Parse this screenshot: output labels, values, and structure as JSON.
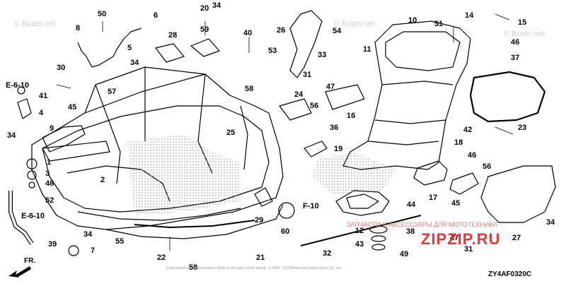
{
  "diagram": {
    "code": "ZY4AF0320C",
    "front_label": "FR.",
    "references": [
      "E-6-10",
      "E-6-10",
      "F-10"
    ],
    "watermarks": [
      "© Boats.net",
      "© Boats.net",
      "© Boats.net"
    ],
    "fine_print": "Parts shown are representative. Refer to the parts list for details. © 2004 - 2019 American Honda Motor Co., Inc.",
    "stamp": {
      "brand": "ZIPZIP.RU",
      "caption": "ЗАПЧАСТИ И АКСЕССУАРЫ ДЛЯ МОТОТЕХНИКИ"
    },
    "callouts": [
      "50",
      "6",
      "20",
      "8",
      "59",
      "28",
      "5",
      "34",
      "40",
      "26",
      "53",
      "33",
      "54",
      "10",
      "51",
      "14",
      "15",
      "11",
      "46",
      "37",
      "30",
      "41",
      "57",
      "45",
      "4",
      "9",
      "34",
      "58",
      "31",
      "24",
      "47",
      "56",
      "16",
      "42",
      "36",
      "18",
      "23",
      "19",
      "25",
      "1",
      "3",
      "48",
      "2",
      "52",
      "46",
      "44",
      "17",
      "56",
      "45",
      "34",
      "29",
      "60",
      "12",
      "38",
      "43",
      "49",
      "32",
      "47",
      "31",
      "27",
      "39",
      "34",
      "55",
      "7",
      "22",
      "21",
      "58",
      "34"
    ],
    "colors": {
      "line": "#000000",
      "stipple": "#9a9a9a",
      "stamp": "#e23a3a"
    }
  }
}
